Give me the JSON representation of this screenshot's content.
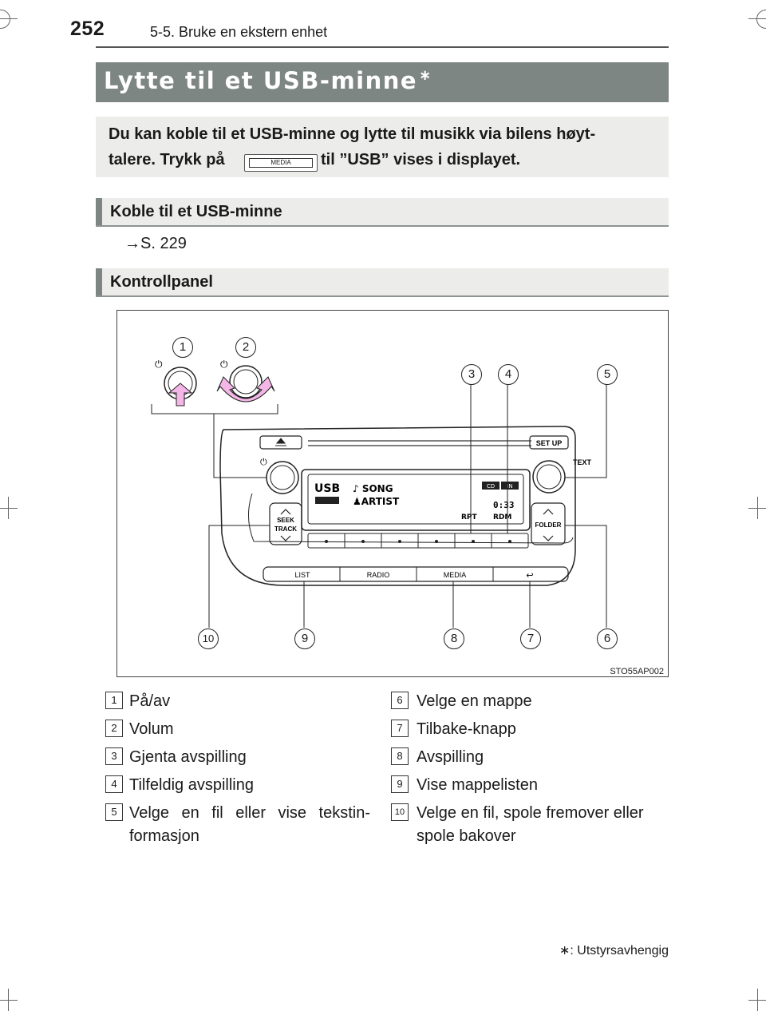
{
  "header": {
    "page_number": "252",
    "section": "5-5. Bruke en ekstern enhet"
  },
  "title": {
    "text": "Lytte til et USB-minne",
    "marker": "∗"
  },
  "intro": {
    "line1": "Du kan koble til et USB-minne og lytte til musikk via bilens høyt-",
    "line2_pre": "talere. Trykk på",
    "media_key_label": "MEDIA",
    "line2_post": "til ”USB” vises i displayet."
  },
  "section1": {
    "heading": "Koble til et USB-minne",
    "reference": "→S. 229"
  },
  "section2": {
    "heading": "Kontrollpanel"
  },
  "figure": {
    "code": "STO55AP002",
    "callouts": [
      "1",
      "2",
      "3",
      "4",
      "5",
      "6",
      "7",
      "8",
      "9",
      "10"
    ],
    "panel": {
      "setup": "SET UP",
      "text": "TEXT",
      "seek_track_1": "SEEK",
      "seek_track_2": "TRACK",
      "folder": "FOLDER",
      "display_source": "USB",
      "display_song": "♪ SONG",
      "display_artist": "♟ARTIST",
      "display_cd": "CD",
      "display_in": "IN",
      "display_time": "0:33",
      "display_rpt": "RPT",
      "display_rdm": "RDM",
      "btn_list": "LIST",
      "btn_radio": "RADIO",
      "btn_media": "MEDIA",
      "btn_back": "↩"
    }
  },
  "legend": {
    "left": [
      {
        "num": "1",
        "text": "På/av"
      },
      {
        "num": "2",
        "text": "Volum"
      },
      {
        "num": "3",
        "text": "Gjenta avspilling"
      },
      {
        "num": "4",
        "text": "Tilfeldig avspilling"
      },
      {
        "num": "5",
        "text_line1": "Velge en fil eller vise tekstin-",
        "text_line2": "formasjon"
      }
    ],
    "right": [
      {
        "num": "6",
        "text": "Velge en mappe"
      },
      {
        "num": "7",
        "text": "Tilbake-knapp"
      },
      {
        "num": "8",
        "text": "Avspilling"
      },
      {
        "num": "9",
        "text": "Vise mappelisten"
      },
      {
        "num": "10",
        "text_line1": "Velge en fil, spole fremover eller",
        "text_line2": "spole bakover"
      }
    ]
  },
  "footnote": "∗: Utstyrsavhengig",
  "colors": {
    "title_bar": "#7e8683",
    "box_bg": "#ececea",
    "arrow_pink": "#f4b6e6"
  }
}
